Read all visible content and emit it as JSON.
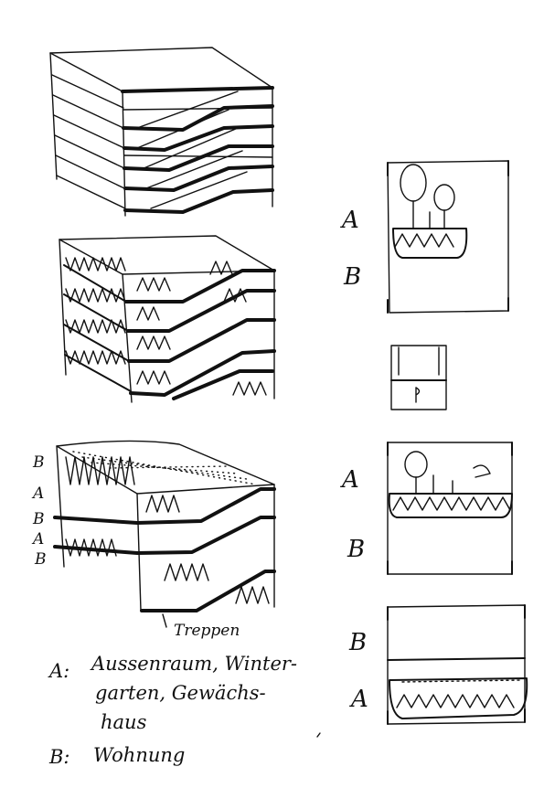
{
  "labels": {
    "a": "A",
    "b": "B"
  },
  "annotations": {
    "stairs": "Treppen"
  },
  "legend": {
    "a_key": "A:",
    "a_text_line1": "Aussenraum, Winter-",
    "a_text_line2": "garten, Gewächs-",
    "a_text_line3": "haus",
    "b_key": "B:",
    "b_text": "Wohnung"
  },
  "colors": {
    "ink": "#111111",
    "paper": "#ffffff"
  }
}
